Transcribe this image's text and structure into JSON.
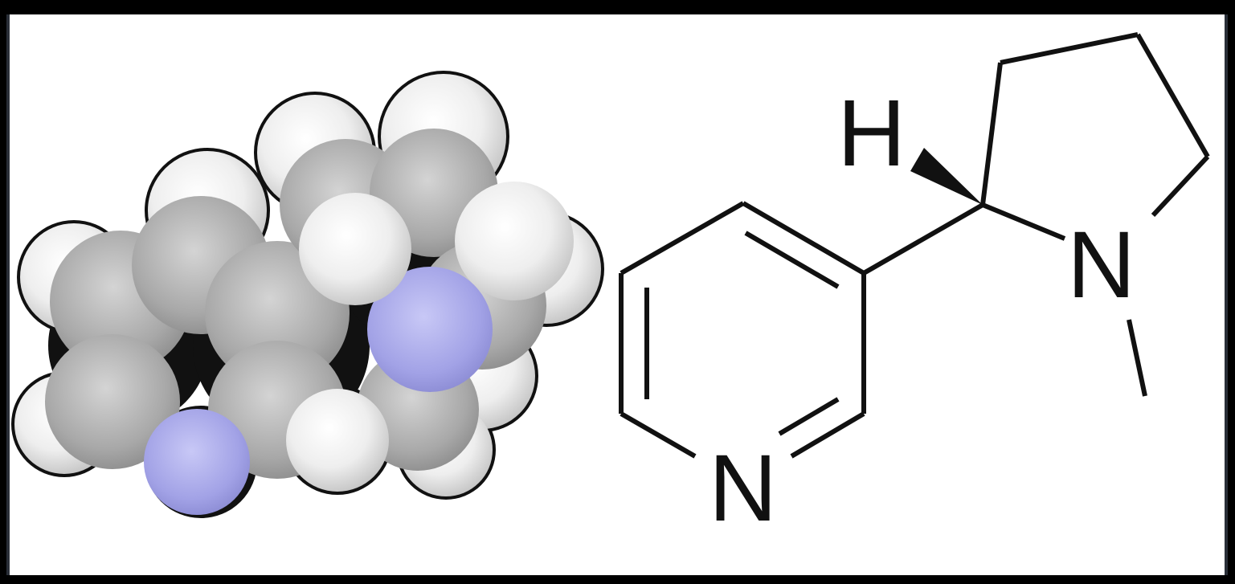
{
  "structure": {
    "labels": {
      "hydrogen": "H",
      "pyrrolidine_nitrogen": "N",
      "pyridine_nitrogen": "N"
    }
  },
  "colors": {
    "background": "#ffffff",
    "frame": "#000000",
    "border": "#2a2f38",
    "carbon": "#9a9a9a",
    "hydrogen": "#f2f2f2",
    "nitrogen": "#a4a4e8",
    "bond": "#111111"
  }
}
